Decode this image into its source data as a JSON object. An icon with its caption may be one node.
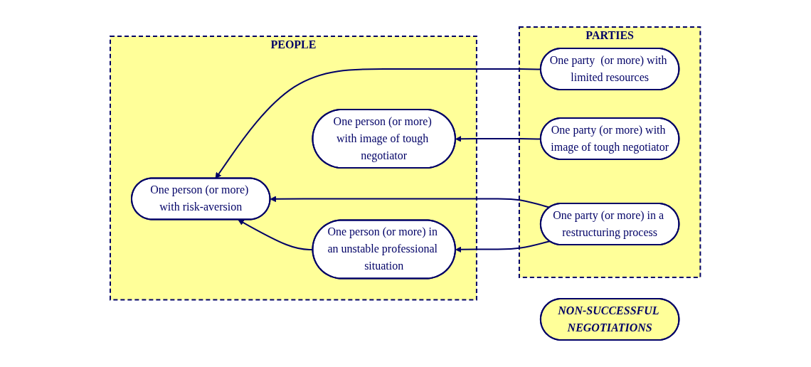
{
  "diagram": {
    "nodes": [
      {
        "text": [
          "PEOPLE"
        ]
      },
      {
        "text": [
          "One person (or more) in an unstable professional situation"
        ],
        "in": 0
      },
      {
        "text": [
          "One person (or more) with risk-aversion"
        ],
        "in": 0
      },
      {
        "text": [
          "One person (or more) with image of tough negotiator"
        ],
        "in": 0
      },
      {
        "text": [
          "PARTIES"
        ]
      },
      {
        "text": [
          "One party  (or more) with limited resources"
        ],
        "in": 4
      },
      {
        "text": [
          "One party (or more) with image of tough negotiator"
        ],
        "in": 4
      },
      {
        "text": [
          "One party (or more) in a restructuring process"
        ],
        "in": 4
      },
      {
        "text": [
          "NON-SUCCESSFUL NEGOTIATIONS"
        ]
      }
    ],
    "edges": [
      {
        "from": 1,
        "to": 2,
        "arrow": "to"
      },
      {
        "from": 5,
        "to": 2,
        "arrow": "to"
      },
      {
        "from": 6,
        "to": 3,
        "arrow": "to"
      },
      {
        "from": 7,
        "to": 2,
        "arrow": "to"
      },
      {
        "from": 7,
        "to": 1,
        "arrow": "to"
      }
    ]
  }
}
